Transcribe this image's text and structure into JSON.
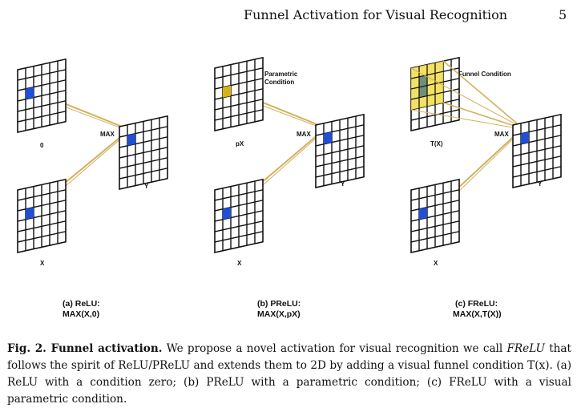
{
  "header": {
    "running_title": "Funnel Activation for Visual Recognition",
    "page_number": "5"
  },
  "figure": {
    "panels": [
      {
        "id": "a",
        "labels": {
          "condition_grid": "0",
          "input_grid": "X",
          "output_grid": "Y",
          "max": "MAX"
        },
        "caption_line1": "(a) ReLU:",
        "caption_line2": "MAX(X,0)"
      },
      {
        "id": "b",
        "labels": {
          "condition_grid": "pX",
          "input_grid": "X",
          "output_grid": "Y",
          "max": "MAX",
          "condition_title_line1": "Parametric",
          "condition_title_line2": "Condition"
        },
        "caption_line1": "(b) PReLU:",
        "caption_line2": "MAX(X,pX)"
      },
      {
        "id": "c",
        "labels": {
          "condition_grid": "T(X)",
          "input_grid": "X",
          "output_grid": "Y",
          "max": "MAX",
          "condition_title": "Funnel Condition"
        },
        "caption_line1": "(c) FReLU:",
        "caption_line2": "MAX(X,T(X))"
      }
    ],
    "colors": {
      "cell_highlight": "#1f4fd8",
      "param_cell": "#d9b21a",
      "connector": "#d2b15e",
      "funnel_fill": "#f0dc4a",
      "funnel_center": "#6f8f7a",
      "grid": "#111111"
    }
  },
  "caption": {
    "label": "Fig. 2. Funnel activation.",
    "text_1": " We propose a novel activation for visual recognition we call ",
    "frelu": "FReLU",
    "text_2": " that follows the spirit of ReLU/PReLU and extends them to 2D by adding a visual funnel condition ",
    "tx": "T(x)",
    "text_3": ". (a) ReLU with a condition zero; (b) PReLU with a parametric condition; (c) FReLU with a visual parametric condition."
  }
}
